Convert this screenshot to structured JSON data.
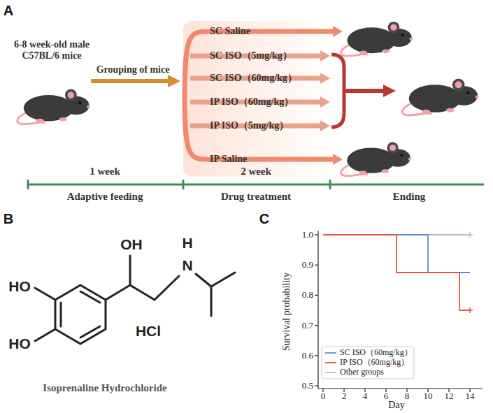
{
  "diagram": {
    "nodes": [
      {
        "text": [
          "SC Saline",
          "SC ISO（5mg/kg）",
          "SC ISO（60mg/kg）",
          "IP ISO（60mg/kg）",
          "IP ISO（5mg/kg）",
          "IP Saline"
        ]
      }
    ],
    "labels": [
      "A",
      "B",
      "C",
      "6-8 week-old male C57BL/6 mice",
      "Grouping of mice",
      "1 week",
      "2 week",
      "Adaptive feeding",
      "Drug treatment",
      "Ending",
      "HO",
      "HO",
      "OH",
      "H",
      "N",
      "HCl",
      "Isoprenaline Hydrochloride",
      "Survival probability",
      "Day",
      "1.0",
      "0.9",
      "0.8",
      "0.7",
      "0.6",
      "0.5",
      "0",
      "2",
      "4",
      "6",
      "8",
      "10",
      "12",
      "14"
    ],
    "legend": [
      {
        "text": "SC ISO（60mg/kg）"
      },
      {
        "text": "IP ISO（60mg/kg）"
      },
      {
        "text": "Other groups"
      }
    ]
  }
}
